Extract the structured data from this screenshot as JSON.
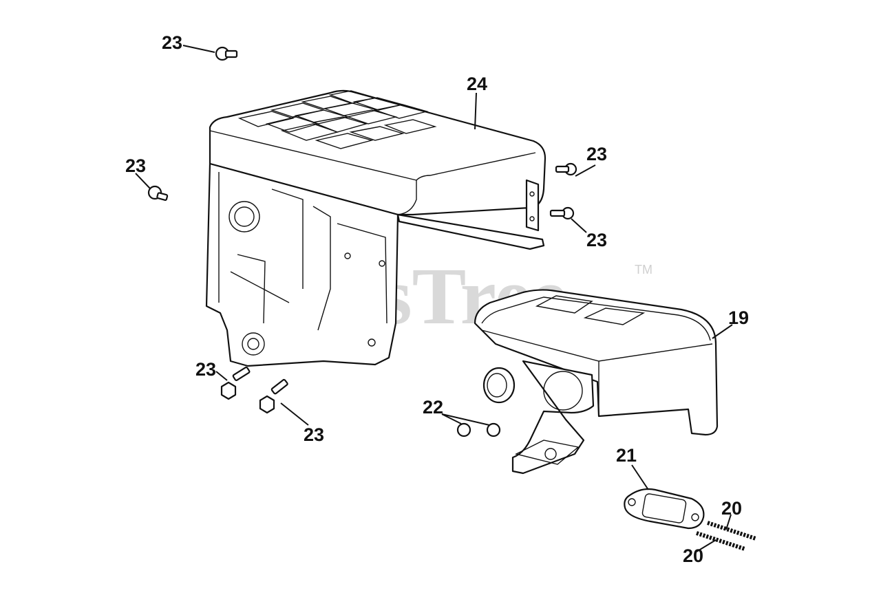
{
  "watermark": {
    "text": "PartsTree",
    "trademark": "TM"
  },
  "callouts": [
    {
      "id": "c1",
      "text": "23"
    },
    {
      "id": "c2",
      "text": "24"
    },
    {
      "id": "c3",
      "text": "23"
    },
    {
      "id": "c4",
      "text": "23"
    },
    {
      "id": "c5",
      "text": "23"
    },
    {
      "id": "c6",
      "text": "19"
    },
    {
      "id": "c7",
      "text": "23"
    },
    {
      "id": "c8",
      "text": "23"
    },
    {
      "id": "c9",
      "text": "22"
    },
    {
      "id": "c10",
      "text": "21"
    },
    {
      "id": "c11",
      "text": "20"
    },
    {
      "id": "c12",
      "text": "20"
    }
  ]
}
